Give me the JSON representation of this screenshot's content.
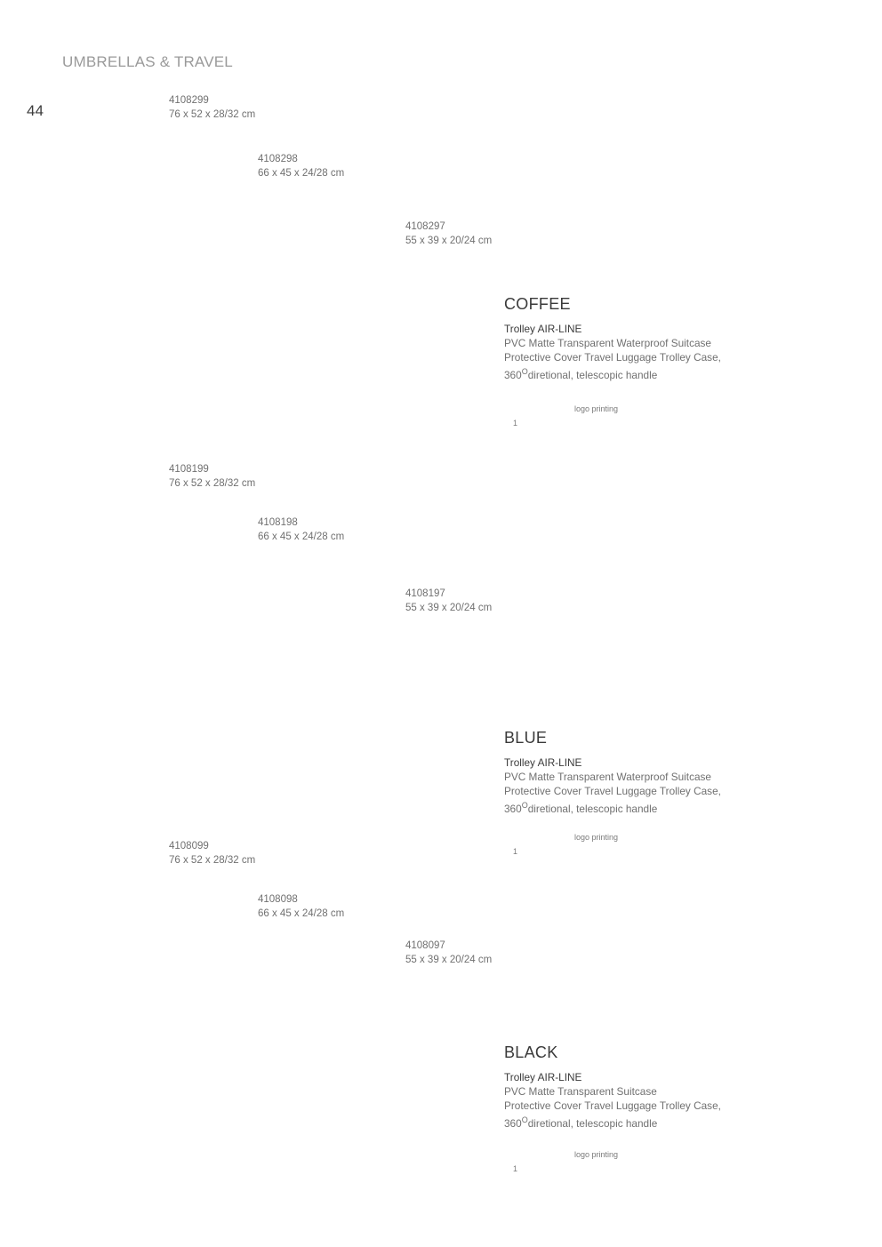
{
  "header": {
    "section": "UMBRELLAS & TRAVEL",
    "page_number": "44"
  },
  "groups": [
    {
      "color": "COFFEE",
      "items": [
        {
          "code": "4108299",
          "size": "76 x 52 x 28/32 cm"
        },
        {
          "code": "4108298",
          "size": "66 x 45 x 24/28 cm"
        },
        {
          "code": "4108297",
          "size": "55 x 39 x 20/24 cm"
        }
      ],
      "product_name": "Trolley AIR-LINE",
      "desc_line1": "PVC Matte Transparent Waterproof Suitcase",
      "desc_line2": "Protective Cover Travel Luggage Trolley Case,",
      "desc_line3_pre": "360",
      "desc_line3_sup": "O",
      "desc_line3_post": "diretional, telescopic handle",
      "logo_label": "logo printing",
      "logo_count": "1"
    },
    {
      "color": "BLUE",
      "items": [
        {
          "code": "4108199",
          "size": "76 x 52 x 28/32 cm"
        },
        {
          "code": "4108198",
          "size": "66 x 45 x 24/28 cm"
        },
        {
          "code": "4108197",
          "size": "55 x 39 x 20/24 cm"
        }
      ],
      "product_name": "Trolley AIR-LINE",
      "desc_line1": "PVC Matte Transparent Waterproof Suitcase",
      "desc_line2": "Protective Cover Travel Luggage Trolley Case,",
      "desc_line3_pre": "360",
      "desc_line3_sup": "O",
      "desc_line3_post": "diretional, telescopic handle",
      "logo_label": "logo printing",
      "logo_count": "1"
    },
    {
      "color": "BLACK",
      "items": [
        {
          "code": "4108099",
          "size": "76 x 52 x 28/32 cm"
        },
        {
          "code": "4108098",
          "size": "66 x 45 x 24/28 cm"
        },
        {
          "code": "4108097",
          "size": "55 x 39 x 20/24 cm"
        }
      ],
      "product_name": "Trolley AIR-LINE",
      "desc_line1": "PVC Matte Transparent Suitcase",
      "desc_line2": "Protective Cover Travel Luggage Trolley Case,",
      "desc_line3_pre": "360",
      "desc_line3_sup": "O",
      "desc_line3_post": "diretional, telescopic handle",
      "logo_label": "logo printing",
      "logo_count": "1"
    }
  ]
}
